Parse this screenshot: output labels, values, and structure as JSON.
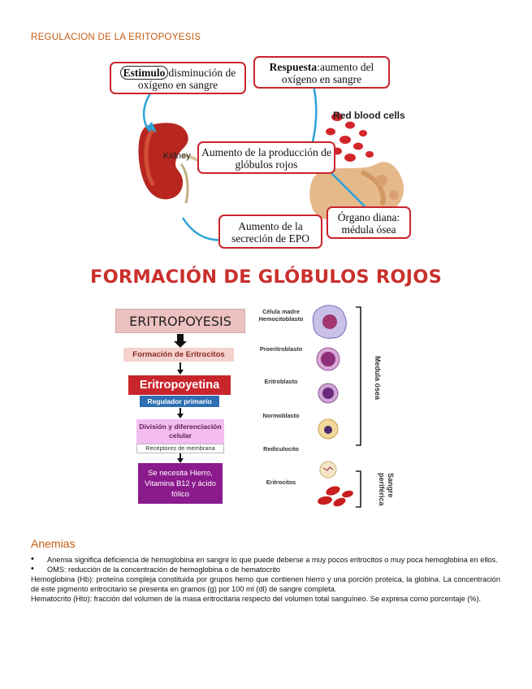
{
  "heading": "REGULACION DE LA ERITOPOYESIS",
  "diagram1": {
    "estimulo_bold": "Estimulo",
    "estimulo_text": "disminución de oxígeno en sangre",
    "respuesta_bold": "Respuesta",
    "respuesta_text": "aumento del oxígeno en sangre",
    "red_blood_cells": "Red blood cells",
    "kidney": "Kidney",
    "aumento_produccion": "Aumento de la producción de glóbulos rojos",
    "aumento_epo": "Aumento de la secreción de EPO",
    "organo_diana": "Órgano diana: médula ósea"
  },
  "diagram2": {
    "title": "FORMACIÓN DE GLÓBULOS ROJOS",
    "flow": {
      "eritropoyesis": "ERITROPOYESIS",
      "formacion": "Formación de Eritrocitos",
      "eritropoyetina": "Eritropoyetina",
      "regulador": "Regulador primario",
      "division": "División y diferenciación celular",
      "receptores": "Receptores de membrana",
      "necesita": "Se necesita Hierro, Vitamina B12 y ácido fólico"
    },
    "cells": {
      "celula_madre": "Célula madre Hemocitoblasto",
      "proeritroblasto": "Proeritroblasto",
      "eritroblasto": "Eritroblasto",
      "normoblasto": "Normoblasto",
      "reticulocito": "Rediculocito",
      "eritrocitos": "Eritrocitos",
      "medula": "Medula ósea",
      "sangre": "Sangre periférica"
    }
  },
  "anemias": {
    "title": "Anemias",
    "bullets": [
      "Anemia significa deficiencia de hemoglobina en sangre lo que puede deberse a muy pocos eritrocitos o muy poca hemoglobina en ellos.",
      "OMS: reducción de la concentración de hemoglobina o de hematocrito"
    ],
    "paragraphs": [
      "Hemoglobina (Hb): proteína compleja constituida por grupos hemo que contienen hierro y una porción proteica, la globina. La concentración de este pigmento eritrocitario se presenta en gramos (g) por 100 ml (dl) de sangre completa.",
      "Hematocrito (Hto): fracción del volumen de la masa eritrocitaria respecto del volumen total sanguíneo. Se expresa como porcentaje (%)."
    ]
  },
  "colors": {
    "heading_orange": "#c55a11",
    "box_red": "#c9252c",
    "arrow_blue": "#2ba4d8"
  }
}
